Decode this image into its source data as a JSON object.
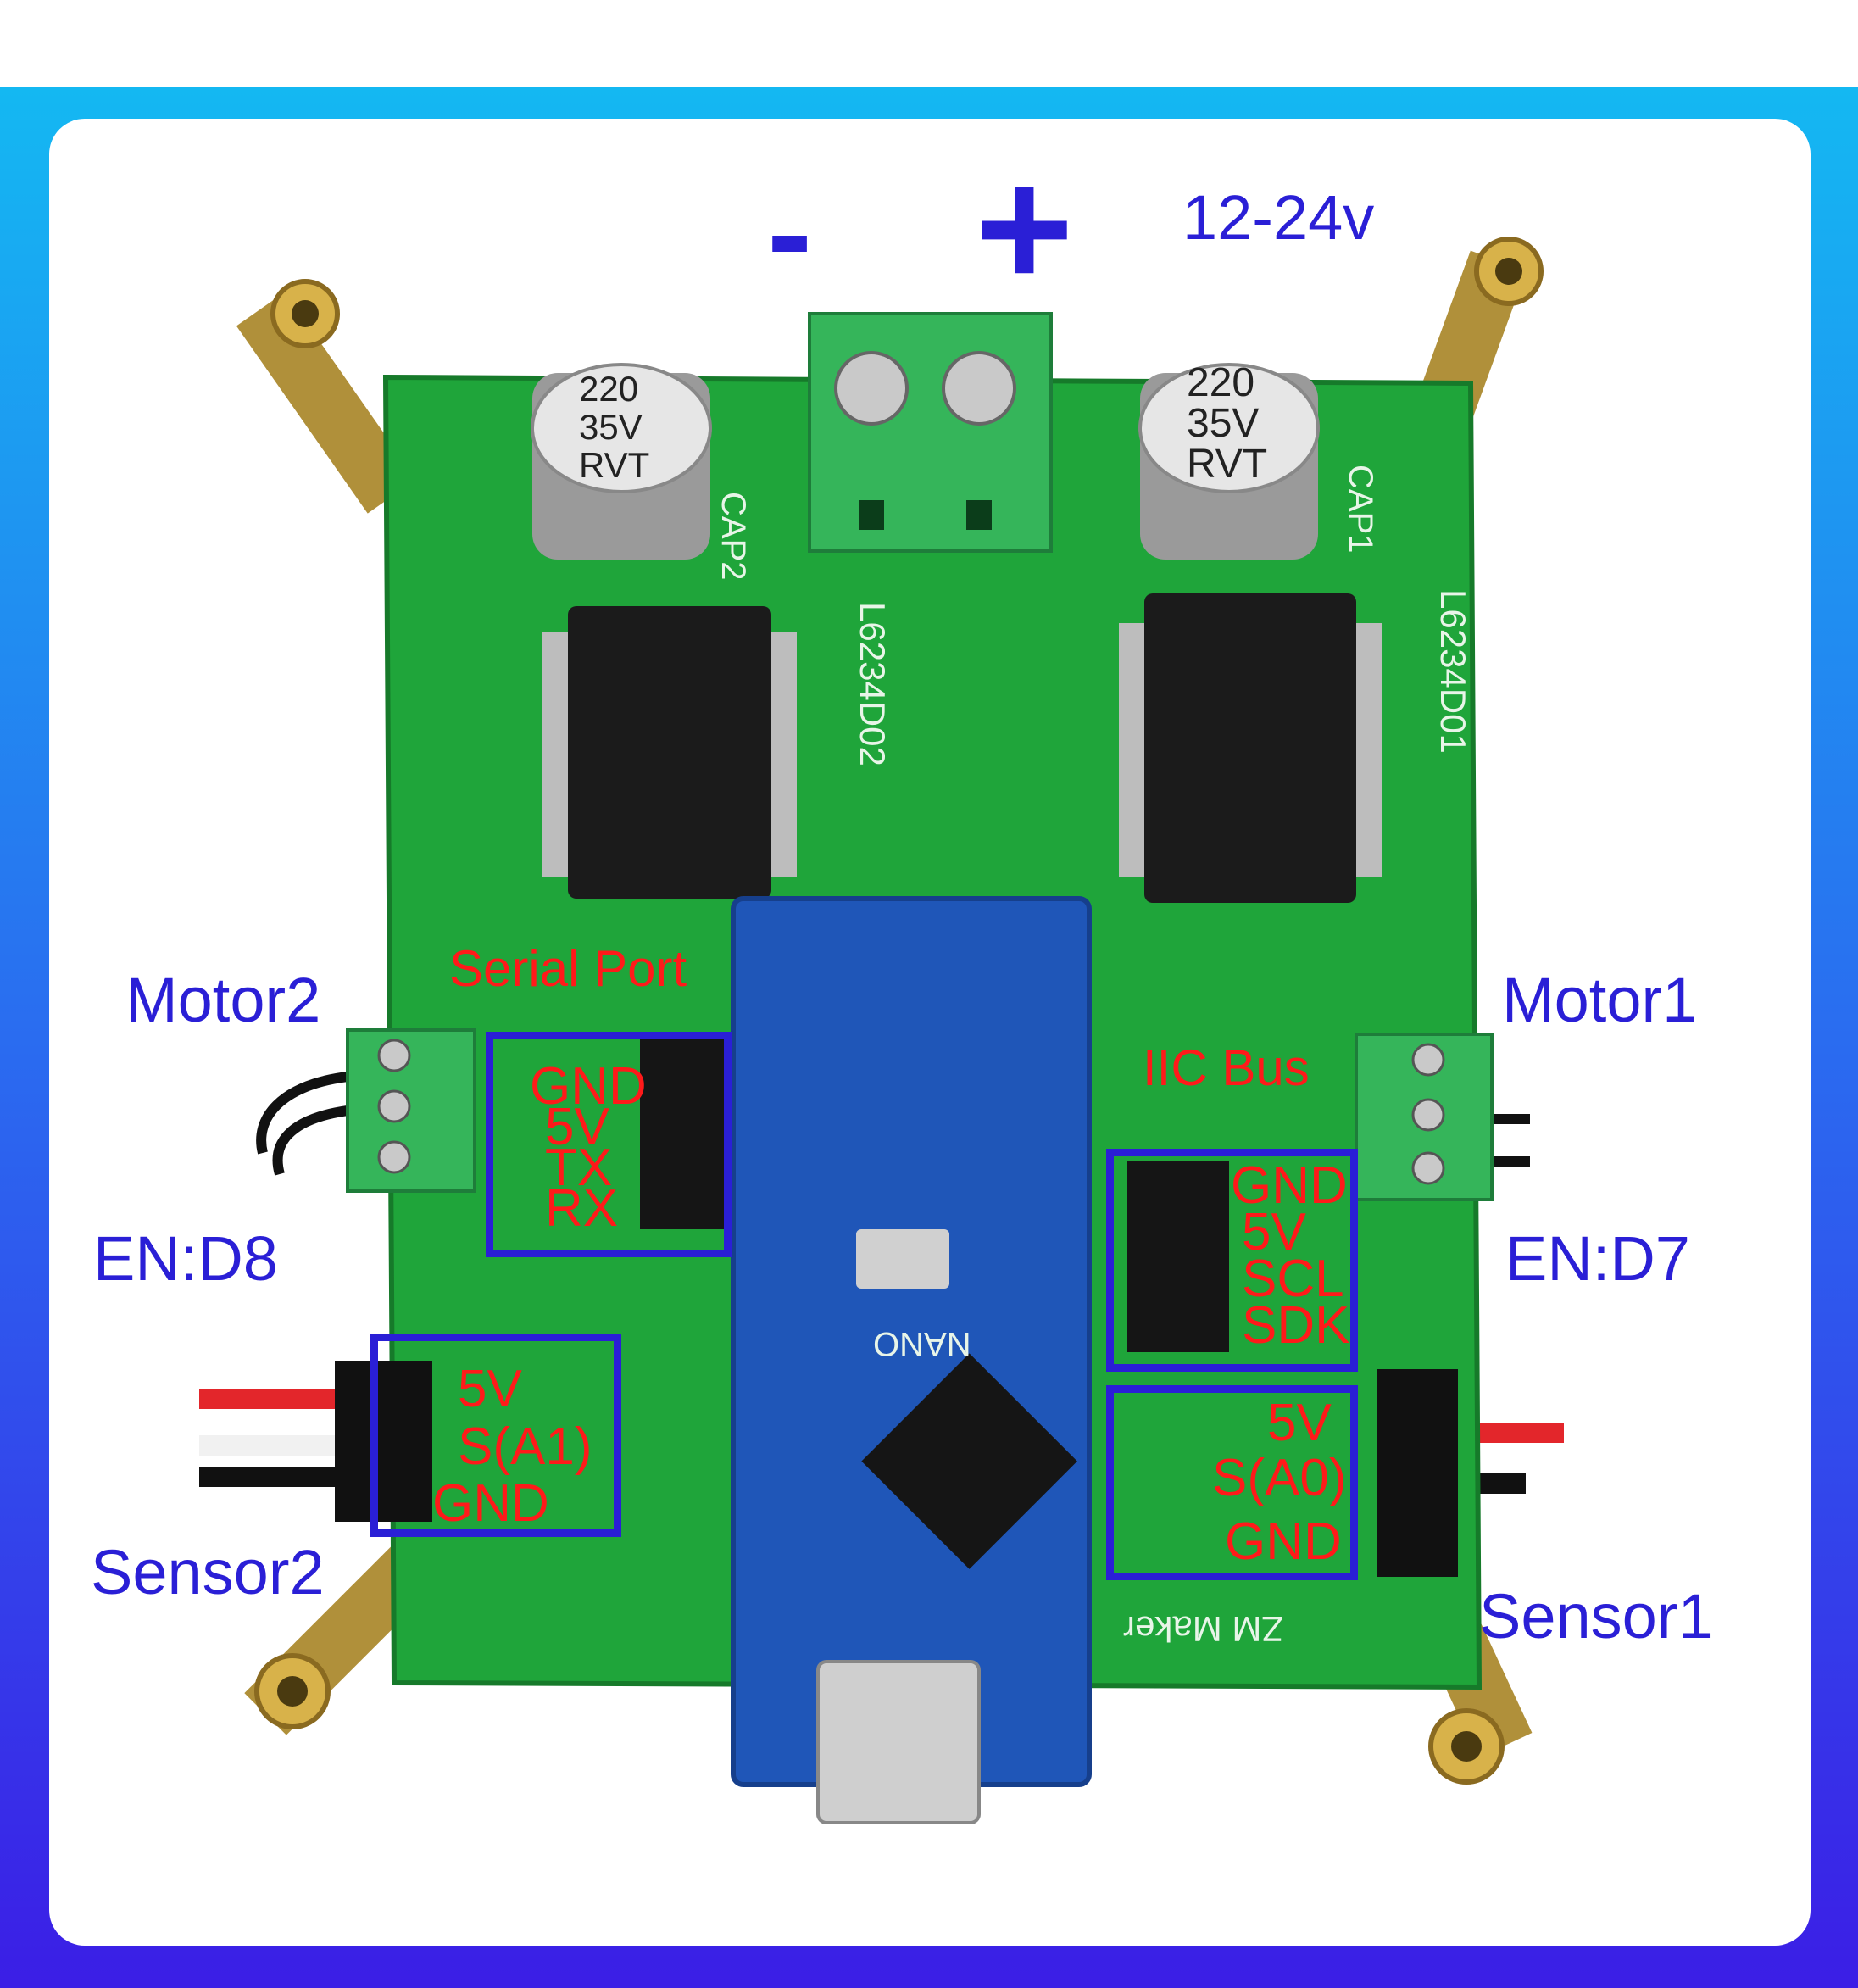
{
  "power": {
    "minus": "-",
    "plus": "+",
    "voltage": "12-24v"
  },
  "left": {
    "motor": "Motor2",
    "enable": "EN:D8",
    "sensor": "Sensor2"
  },
  "right": {
    "motor": "Motor1",
    "enable": "EN:D7",
    "sensor": "Sensor1"
  },
  "serial_port": {
    "title": "Serial Port",
    "pins": [
      "GND",
      "5V",
      "TX",
      "RX"
    ]
  },
  "iic_bus": {
    "title": "IIC Bus",
    "pins": [
      "GND",
      "5V",
      "SCL",
      "SDK"
    ]
  },
  "sensor2_pins": [
    "5V",
    "S(A1)",
    "GND"
  ],
  "sensor1_pins": [
    "5V",
    "S(A0)",
    "GND"
  ],
  "silkscreen": {
    "cap_value": "220",
    "cap_voltage": "35V",
    "cap_brand": "RVT",
    "cap1": "CAP1",
    "cap2": "CAP2",
    "driver1": "L6234D01",
    "driver2": "L6234D02",
    "maker": "ZM Maker",
    "nano": "NANO"
  },
  "colors": {
    "frame_top": "#14b8f2",
    "frame_bottom": "#3b1ee6",
    "annotation": "#2a1fd6",
    "pin_label": "#ff1a1a",
    "pcb": "#1fa53a"
  }
}
